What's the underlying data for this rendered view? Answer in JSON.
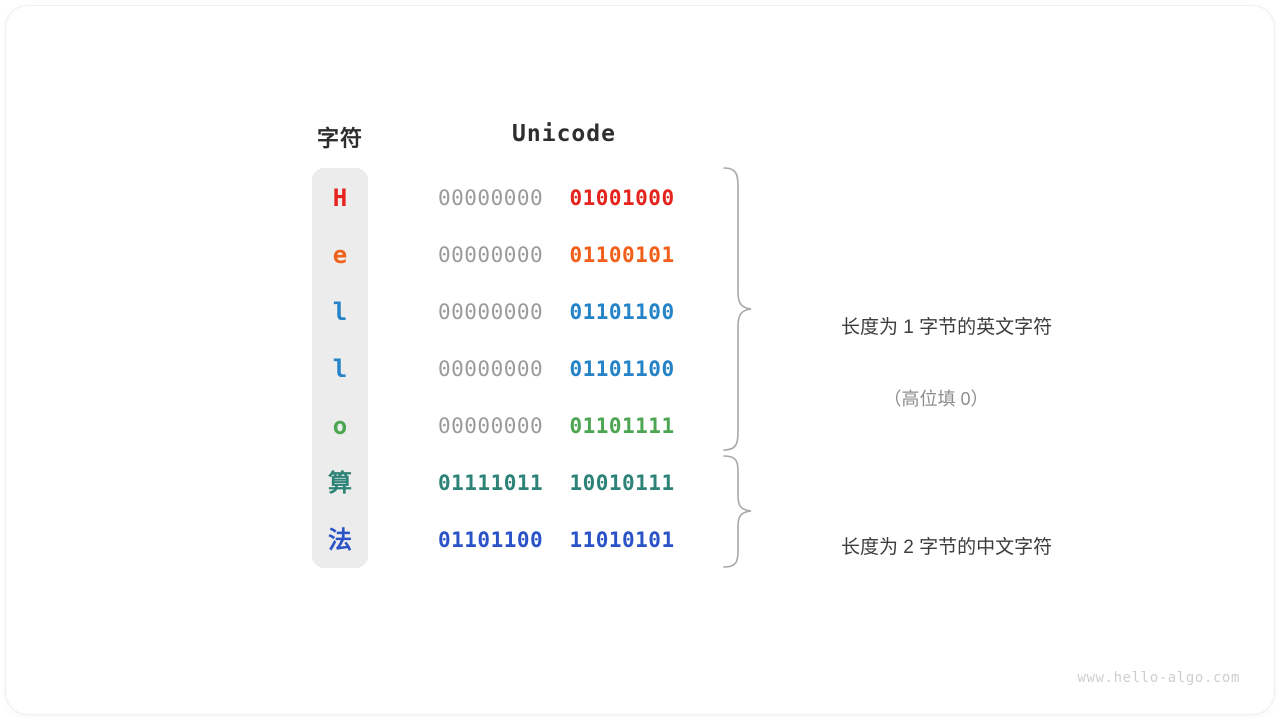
{
  "headers": {
    "char": "字符",
    "unicode": "Unicode"
  },
  "colors": {
    "red": "#e5241d",
    "orange": "#f1601a",
    "blue": "#2583c7",
    "green": "#4ca551",
    "teal": "#2d8377",
    "royal": "#2b53c8",
    "high_bits": "#9a9a9a",
    "column_bg": "#ececec",
    "text": "#2e2e2e",
    "muted": "#8e8e8e",
    "watermark": "#cfcfcf"
  },
  "rows": [
    {
      "char": "H",
      "high": "00000000",
      "low": "01001000",
      "color": "#e5241d"
    },
    {
      "char": "e",
      "high": "00000000",
      "low": "01100101",
      "color": "#f1601a"
    },
    {
      "char": "l",
      "high": "00000000",
      "low": "01101100",
      "color": "#2583c7"
    },
    {
      "char": "l",
      "high": "00000000",
      "low": "01101100",
      "color": "#2583c7"
    },
    {
      "char": "o",
      "high": "00000000",
      "low": "01101111",
      "color": "#4ca551"
    },
    {
      "char": "算",
      "high": "01111011",
      "low": "10010111",
      "color": "#2d8377"
    },
    {
      "char": "法",
      "high": "01101100",
      "low": "11010101",
      "color": "#2b53c8"
    }
  ],
  "annotations": [
    {
      "main": "长度为 1 字节的英文字符",
      "sub": "（高位填 0）"
    },
    {
      "main": "长度为 2 字节的中文字符",
      "sub": ""
    }
  ],
  "watermark": "www.hello-algo.com"
}
